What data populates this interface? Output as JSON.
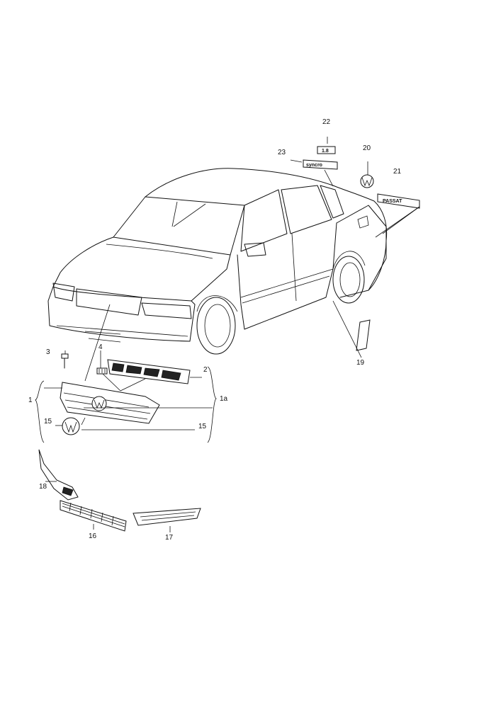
{
  "callouts": {
    "c1": "1",
    "c1a": "1a",
    "c2": "2",
    "c3": "3",
    "c4": "4",
    "c15a": "15",
    "c15b": "15",
    "c16": "16",
    "c17": "17",
    "c18": "18",
    "c19": "19",
    "c20": "20",
    "c21": "21",
    "c22": "22",
    "c23": "23"
  },
  "badges": {
    "model": "PASSAT",
    "model_small": "1.8",
    "engine": "syncro"
  },
  "colors": {
    "line": "#111111",
    "background": "#ffffff"
  }
}
